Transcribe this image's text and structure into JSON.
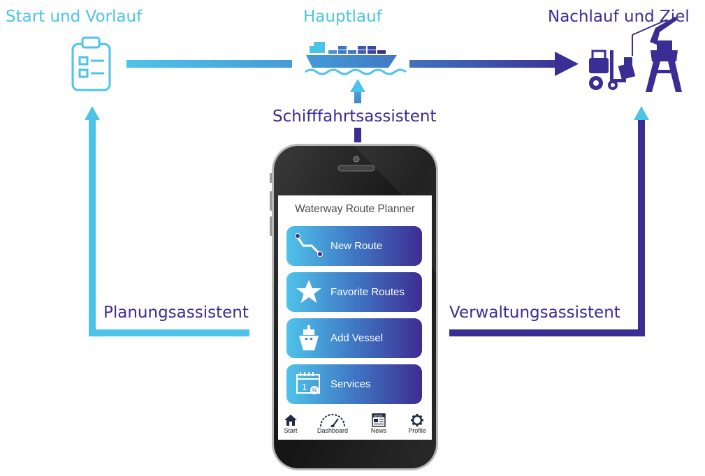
{
  "labels": {
    "start": "Start und Vorlauf",
    "main": "Hauptlauf",
    "end": "Nachlauf und Ziel",
    "shipping_assistant": "Schifffahrtsassistent",
    "planning_assistant": "Planungsassistent",
    "management_assistant": "Verwaltungsassistent"
  },
  "app": {
    "title": "Waterway Route Planner",
    "menu": [
      {
        "label": "New Route",
        "icon": "route-icon"
      },
      {
        "label": "Favorite Routes",
        "icon": "star-icon"
      },
      {
        "label": "Add Vessel",
        "icon": "ship-icon"
      },
      {
        "label": "Services",
        "icon": "calendar-icon"
      }
    ],
    "nav": [
      {
        "label": "Start",
        "icon": "home-icon"
      },
      {
        "label": "Dashboard",
        "icon": "gauge-icon"
      },
      {
        "label": "News",
        "icon": "newspaper-icon"
      },
      {
        "label": "Profile",
        "icon": "gear-icon"
      }
    ],
    "news_icon_text": "NEWS"
  },
  "colors": {
    "cyan": "#4dc3ea",
    "purple": "#3a2d94",
    "button_gradient": [
      "#4fc3ea",
      "#3f77c4",
      "#3d2d93"
    ]
  }
}
